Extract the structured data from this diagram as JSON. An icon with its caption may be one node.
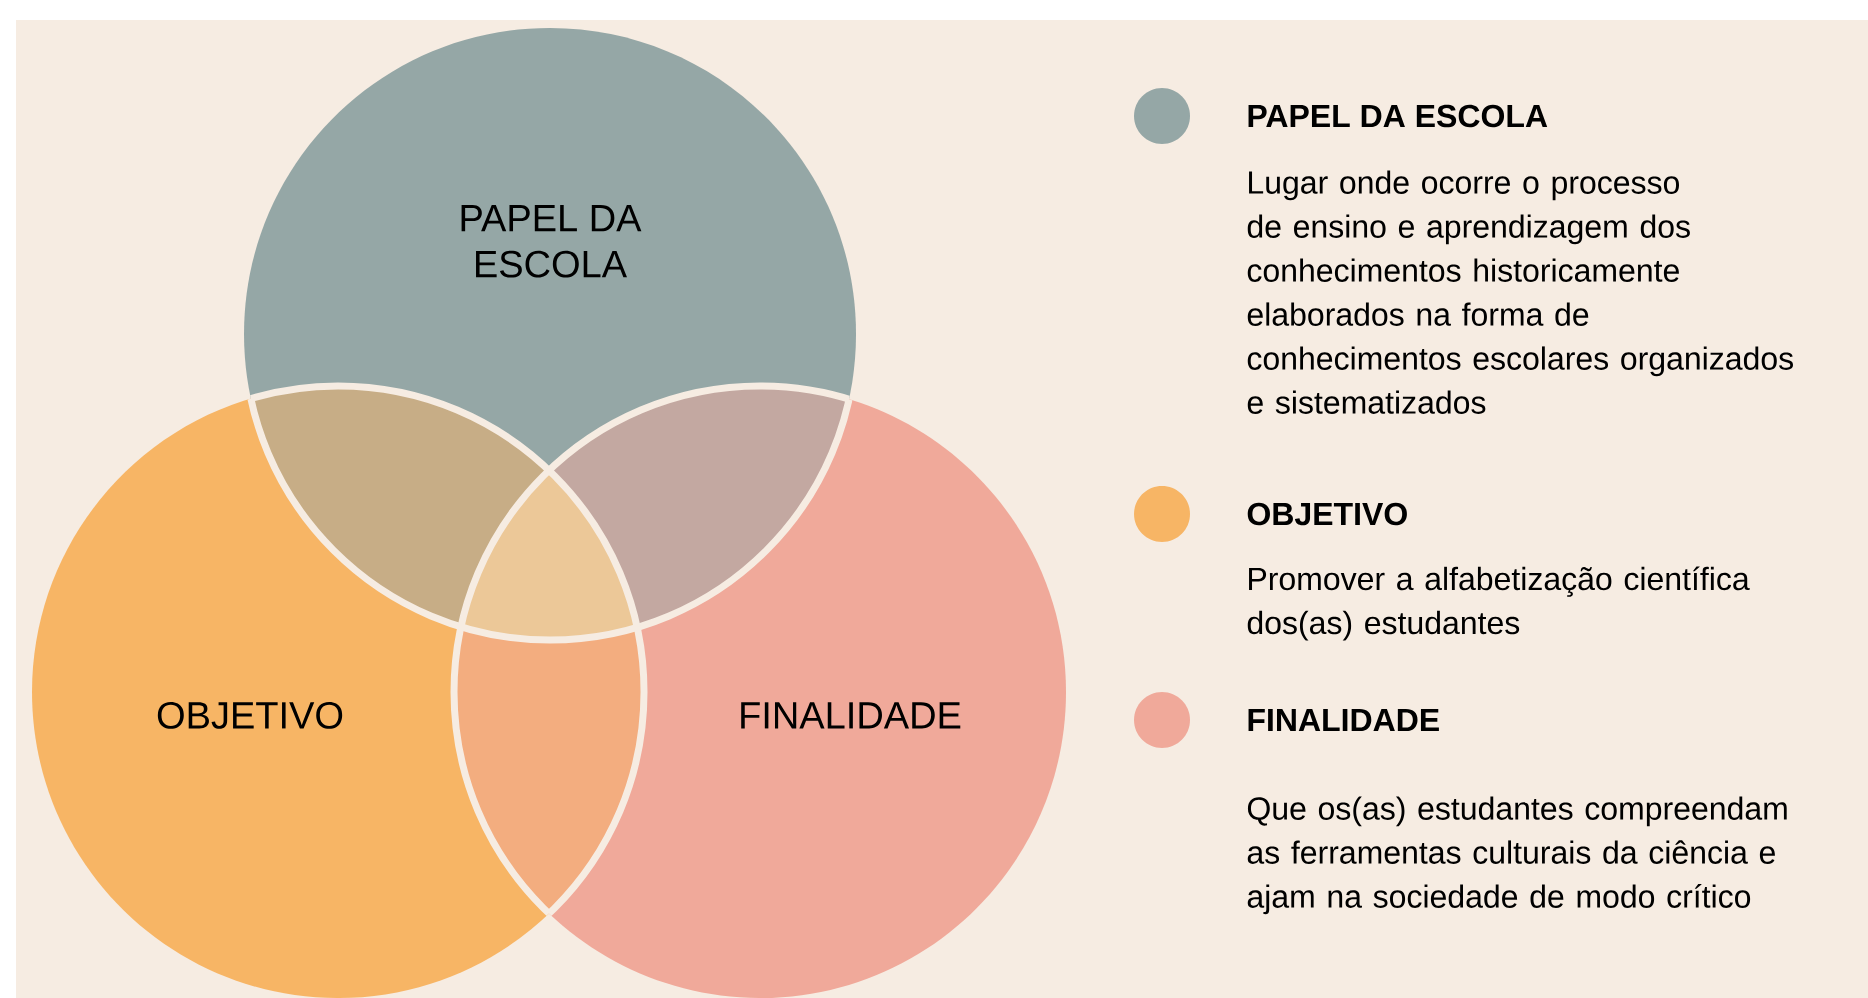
{
  "diagram": {
    "nodes": [
      {
        "text": [
          "PAPEL DA ESCOLA"
        ]
      },
      {
        "text": [
          "OBJETIVO"
        ]
      },
      {
        "text": [
          "FINALIDADE"
        ]
      }
    ],
    "legend": [
      {
        "text": "PAPEL DA ESCOLA",
        "color": "#95a7a6"
      },
      {
        "text": "OBJETIVO",
        "color": "#f7b565"
      },
      {
        "text": "FINALIDADE",
        "color": "#f0a99a"
      }
    ],
    "labels": [
      "Lugar onde ocorre o processo de ensino e aprendizagem dos conhecimentos historicamente elaborados na forma de conhecimentos escolares organizados e sistematizados",
      "Promover a alfabetização científica dos(as) estudantes",
      "Que os(as) estudantes compreendam as ferramentas culturais da ciência e ajam na sociedade de modo crítico"
    ]
  }
}
